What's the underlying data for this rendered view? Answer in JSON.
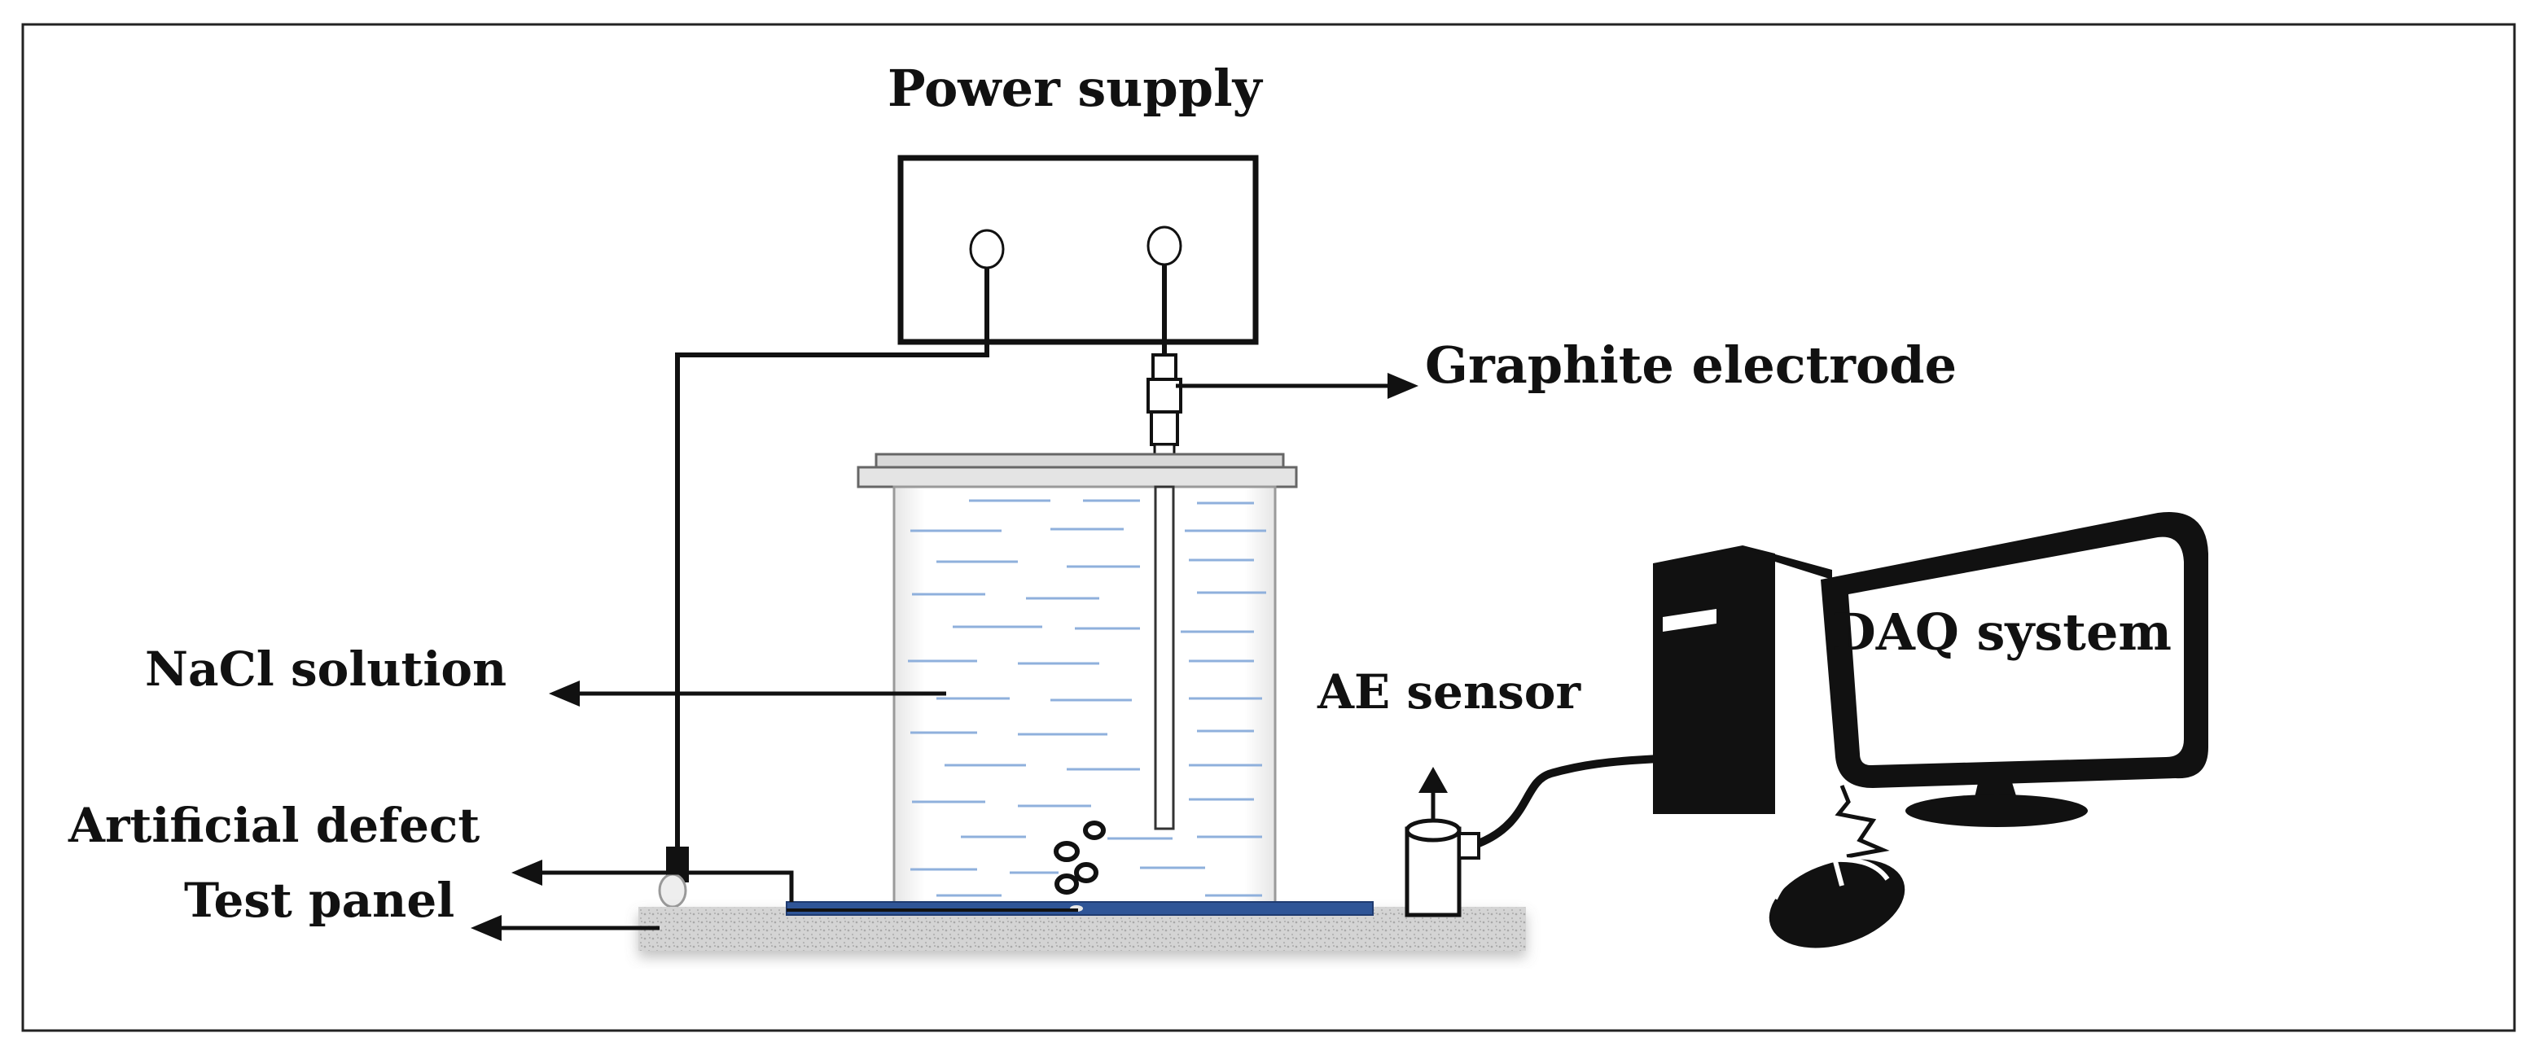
{
  "labels": {
    "power_supply": "Power supply",
    "graphite_electrode": "Graphite electrode",
    "nacl_solution": "NaCl solution",
    "ae_sensor": "AE sensor",
    "daq_system": "DAQ system",
    "artificial_defect": "Artificial defect",
    "test_panel": "Test panel"
  },
  "colors": {
    "line": "#111111",
    "solution_dash": "#8fb0dc",
    "panel_blue": "#2f5597",
    "substrate": "#cfcfcf"
  }
}
